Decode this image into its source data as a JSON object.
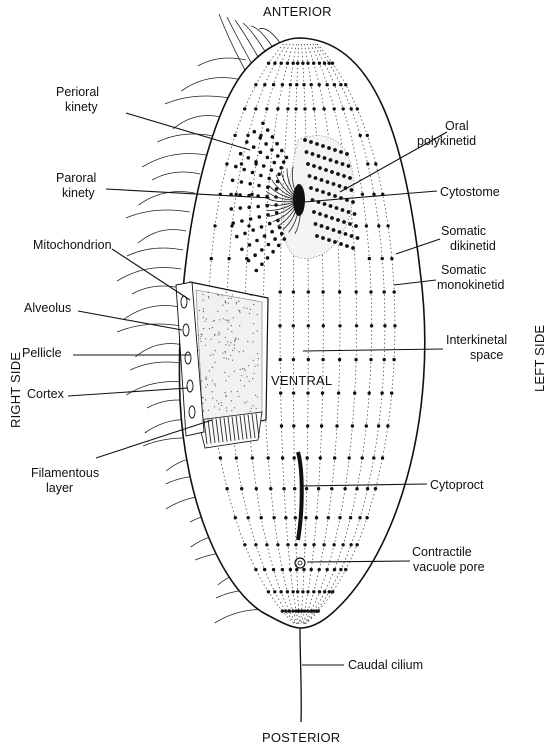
{
  "orientation": {
    "anterior": "ANTERIOR",
    "posterior": "POSTERIOR",
    "right_side": "RIGHT SIDE",
    "left_side": "LEFT SIDE",
    "ventral": "VENTRAL"
  },
  "labels": {
    "perioral_kinety": [
      "Perioral",
      "kinety"
    ],
    "paroral_kinety": [
      "Paroral",
      "kinety"
    ],
    "mitochondrion": "Mitochondrion",
    "alveolus": "Alveolus",
    "pellicle": "Pellicle",
    "cortex": "Cortex",
    "filamentous_layer": [
      "Filamentous",
      "layer"
    ],
    "oral_polykinetid": [
      "Oral",
      "polykinetid"
    ],
    "cytostome": "Cytostome",
    "somatic_dikinetid": [
      "Somatic",
      "dikinetid"
    ],
    "somatic_monokinetid": [
      "Somatic",
      "monokinetid"
    ],
    "interkinetal_space": [
      "Interkinetal",
      "space"
    ],
    "cytoproct": "Cytoproct",
    "contractile_vacuole_pore": [
      "Contractile",
      "vacuole pore"
    ],
    "caudal_cilium": "Caudal cilium"
  }
}
